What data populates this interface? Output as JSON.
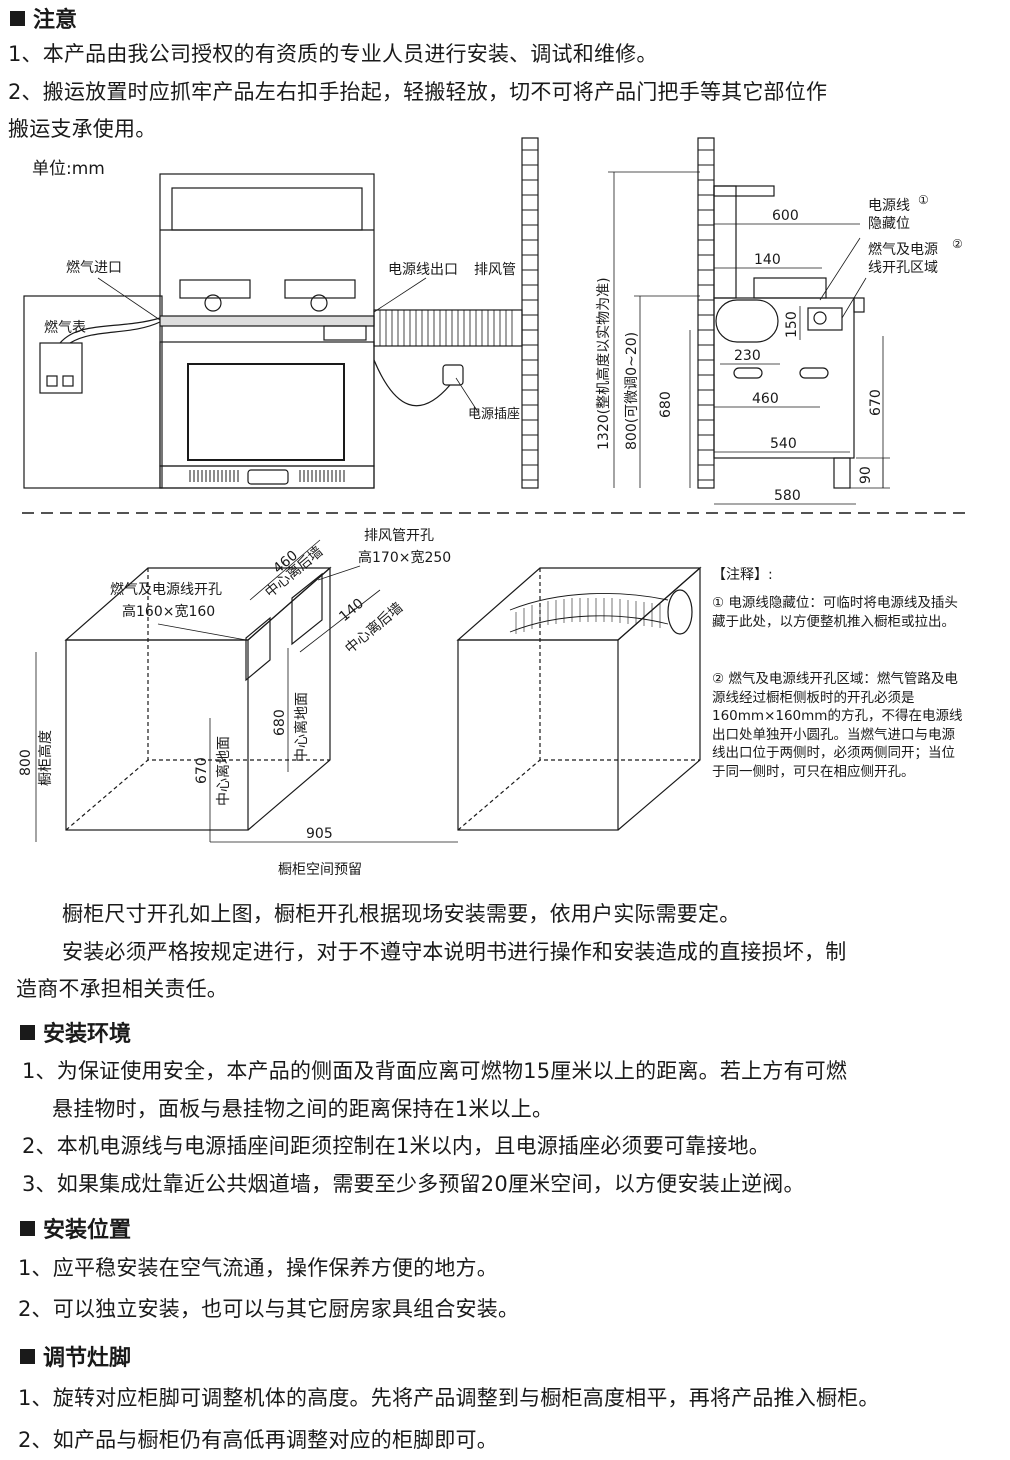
{
  "sec_notice": {
    "title": "注意",
    "items": [
      "1、本产品由我公司授权的有资质的专业人员进行安装、调试和维修。",
      "2、搬运放置时应抓牢产品左右扣手抬起，轻搬轻放，切不可将产品门把手等其它部位作",
      "搬运支承使用。"
    ]
  },
  "diagram_top": {
    "unit": "单位:mm",
    "gas_inlet": "燃气进口",
    "gas_meter": "燃气表",
    "power_outlet_label": "电源线出口",
    "exhaust_pipe": "排风管",
    "power_socket": "电源插座",
    "height_total": "1320(整机高度以实物为准)",
    "height_adjust": "800(可微调0~20)",
    "d600": "600",
    "d140": "140",
    "d150": "150",
    "d230": "230",
    "d460": "460",
    "d540": "540",
    "d580": "580",
    "d680": "680",
    "d670": "670",
    "d90": "90",
    "cord_hide_1": "电源线",
    "cord_hide_2": "隐藏位",
    "gas_area_1": "燃气及电源",
    "gas_area_2": "线开孔区域",
    "circ1": "①",
    "circ2": "②"
  },
  "diagram_bottom": {
    "exhaust_hole_1": "排风管开孔",
    "exhaust_hole_2": "高170×宽250",
    "gas_hole_1": "燃气及电源线开孔",
    "gas_hole_2": "高160×宽160",
    "d460": "460",
    "back_wall_a": "中心离后墙",
    "d140": "140",
    "back_wall_b": "中心离后墙",
    "d680": "680",
    "ground_a": "中心离地面",
    "d670": "670",
    "ground_b": "中心离地面",
    "d800": "800",
    "cab_height": "橱柜高度",
    "d905": "905",
    "cab_space": "橱柜空间预留"
  },
  "notes": {
    "title": "【注释】:",
    "n1": "① 电源线隐藏位：可临时将电源线及插头藏于此处，以方便整机推入橱柜或拉出。",
    "n2": "② 燃气及电源线开孔区域：燃气管路及电源线经过橱柜侧板时的开孔必须是160mm×160mm的方孔，不得在电源线出口处单独开小圆孔。当燃气进口与电源线出口位于两侧时，必须两侧同开；当位于同一侧时，可只在相应侧开孔。"
  },
  "body_text": {
    "p1": "橱柜尺寸开孔如上图，橱柜开孔根据现场安装需要，依用户实际需要定。",
    "p2a": "安装必须严格按规定进行，对于不遵守本说明书进行操作和安装造成的直接损坏，制",
    "p2b": "造商不承担相关责任。"
  },
  "sec_env": {
    "title": "安装环境",
    "items": [
      "1、为保证使用安全，本产品的侧面及背面应离可燃物15厘米以上的距离。若上方有可燃",
      "悬挂物时，面板与悬挂物之间的距离保持在1米以上。",
      "2、本机电源线与电源插座间距须控制在1米以内，且电源插座必须要可靠接地。",
      "3、如果集成灶靠近公共烟道墙，需要至少多预留20厘米空间，以方便安装止逆阀。"
    ]
  },
  "sec_pos": {
    "title": "安装位置",
    "items": [
      "1、应平稳安装在空气流通，操作保养方便的地方。",
      "2、可以独立安装，也可以与其它厨房家具组合安装。"
    ]
  },
  "sec_feet": {
    "title": "调节灶脚",
    "items": [
      "1、旋转对应柜脚可调整机体的高度。先将产品调整到与橱柜高度相平，再将产品推入橱柜。",
      "2、如产品与橱柜仍有高低再调整对应的柜脚即可。"
    ]
  }
}
